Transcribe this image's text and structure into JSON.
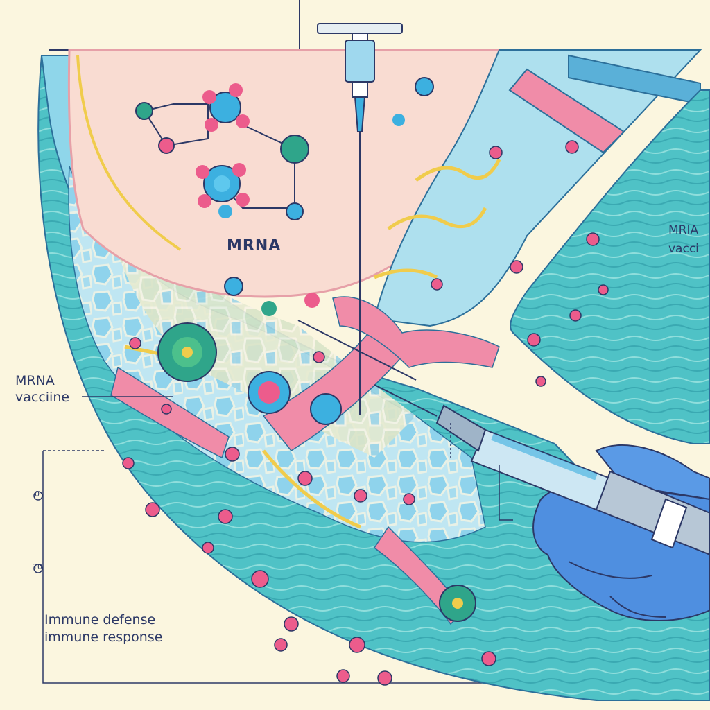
{
  "labels": {
    "center_title": "MRNA",
    "left_line1": "MRNA",
    "left_line2": "vacciine",
    "right_line1": "MRIA",
    "right_line2": "vacci",
    "bottom_line1": "Immune defense",
    "bottom_line2": "immune response",
    "scale_top": "0",
    "scale_bottom": "10"
  },
  "colors": {
    "background": "#fbf6df",
    "cytoplasm": "#f9dcd2",
    "tissue_blue": "#7fcde8",
    "tissue_teal": "#49bfc0",
    "vessel_pink": "#f08ca8",
    "membrane_yellow": "#f0cc4c",
    "molecule_pink": "#ec5c8c",
    "molecule_blue": "#3cb0e0",
    "cell_green": "#2fa58a",
    "glove_blue": "#4f8fe0",
    "ink": "#2c3866"
  },
  "icons": [
    "syringe-icon",
    "needle-icon",
    "glove-hand-icon",
    "molecule-icon",
    "immune-cell-icon"
  ]
}
